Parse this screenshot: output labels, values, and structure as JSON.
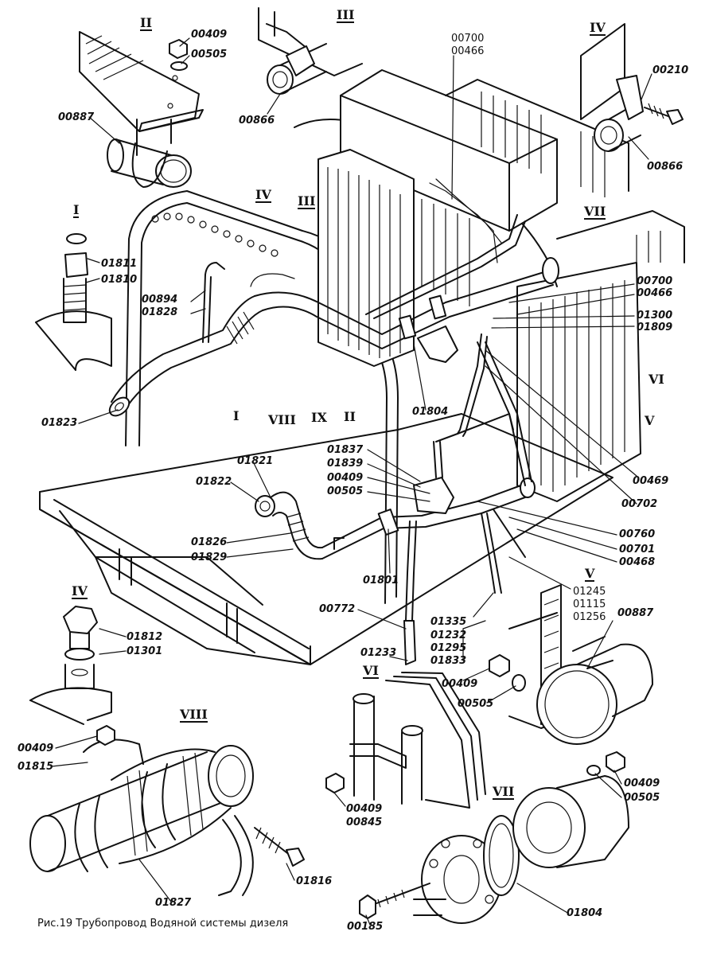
{
  "caption": "Рис.19 Трубопровод Водяной системы дизеля",
  "views": {
    "view_i": "I",
    "view_ii": "II",
    "view_iii": "III",
    "view_iv": "IV",
    "view_v": "V",
    "view_vi": "VI",
    "view_vii": "VII",
    "view_viii": "VIII"
  },
  "main_callouts": {
    "i": "I",
    "ii": "II",
    "iii": "III",
    "iv": "IV",
    "v": "V",
    "vi": "VI",
    "vii": "VII",
    "viii": "VIII",
    "ix": "IX"
  },
  "parts": {
    "p00409_a": "00409",
    "p00505_a": "00505",
    "p00887_a": "00887",
    "p00866_a": "00866",
    "p00700_a": "00700",
    "p00466_a": "00466",
    "p00210": "00210",
    "p00866_b": "00866",
    "p01811": "01811",
    "p01810": "01810",
    "p00894": "00894",
    "p01828": "01828",
    "p00700_b": "00700",
    "p00466_b": "00466",
    "p01300": "01300",
    "p01809": "01809",
    "p01823": "01823",
    "p01804_a": "01804",
    "p00469": "00469",
    "p01837": "01837",
    "p01839": "01839",
    "p00409_b": "00409",
    "p00505_b": "00505",
    "p01821": "01821",
    "p01822": "01822",
    "p00702": "00702",
    "p00760": "00760",
    "p00701": "00701",
    "p00468": "00468",
    "p01826": "01826",
    "p01829": "01829",
    "p01801": "01801",
    "p01245": "01245",
    "p01115": "01115",
    "p01256": "01256",
    "p00887_b": "00887",
    "p00772": "00772",
    "p01335": "01335",
    "p01232": "01232",
    "p01295": "01295",
    "p01833": "01833",
    "p01812": "01812",
    "p01301": "01301",
    "p01233": "01233",
    "p00409_c": "00409",
    "p00505_c": "00505",
    "p00409_d": "00409",
    "p01815": "01815",
    "p00409_e": "00409",
    "p00505_e": "00505",
    "p00409_f": "00409",
    "p00845": "00845",
    "p01816": "01816",
    "p01827": "01827",
    "p00185": "00185",
    "p01804_b": "01804"
  }
}
